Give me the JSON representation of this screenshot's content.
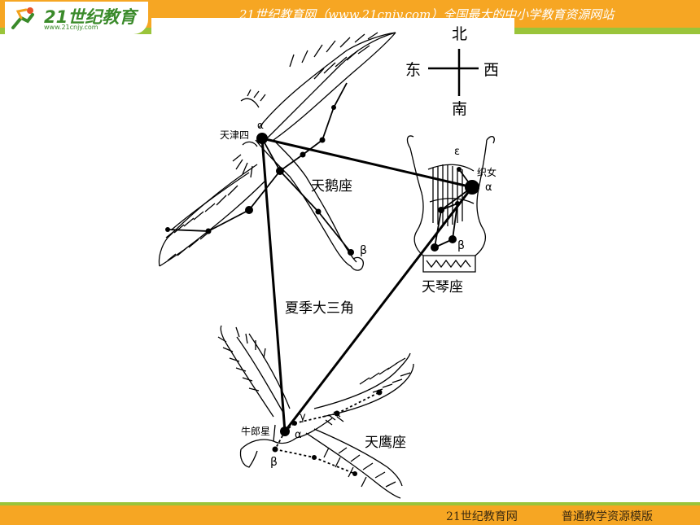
{
  "header": {
    "logo_text": "21世纪教育",
    "logo_url": "www.21cnjy.com",
    "slogan": "21世纪教育网（www.21cnjy.com）全国最大的中小学教育资源网站"
  },
  "compass": {
    "north": "北",
    "east": "东",
    "west": "西",
    "south": "南"
  },
  "labels": {
    "deneb": "天津四",
    "deneb_alpha": "α",
    "cygnus": "天鹅座",
    "cygnus_beta": "β",
    "vega": "织女",
    "vega_alpha": "α",
    "lyra_epsilon": "ε",
    "lyra_beta": "β",
    "lyra": "天琴座",
    "triangle": "夏季大三角",
    "altair": "牛郎星",
    "altair_alpha": "α",
    "aquila_gamma": "γ",
    "aquila_beta": "β",
    "aquila": "天鹰座"
  },
  "footer": {
    "site": "21世纪教育网",
    "template": "普通教学资源模版"
  },
  "colors": {
    "orange": "#f6a623",
    "green": "#9ac43a",
    "ink": "#000000"
  }
}
